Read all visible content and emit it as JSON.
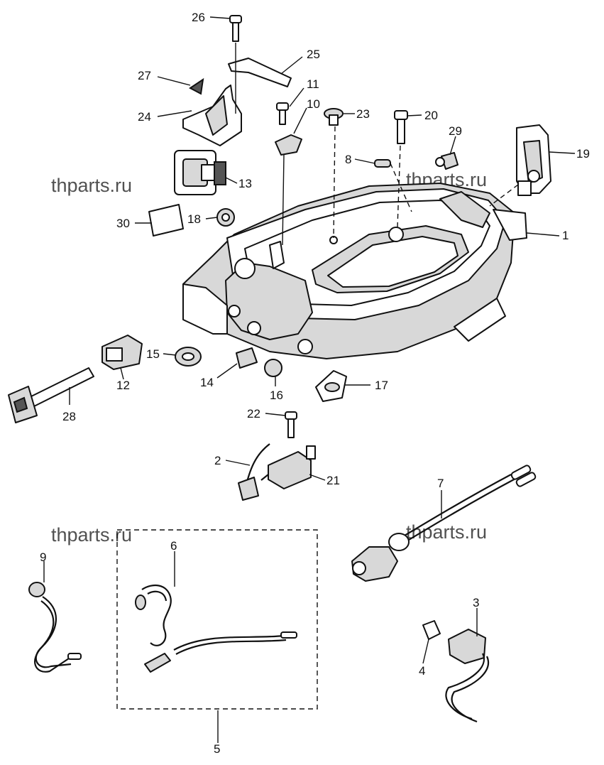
{
  "diagram": {
    "watermark": "thparts.ru",
    "callouts": [
      {
        "id": "1",
        "label": "1"
      },
      {
        "id": "2",
        "label": "2"
      },
      {
        "id": "3",
        "label": "3"
      },
      {
        "id": "4",
        "label": "4"
      },
      {
        "id": "5",
        "label": "5"
      },
      {
        "id": "6",
        "label": "6"
      },
      {
        "id": "7",
        "label": "7"
      },
      {
        "id": "8",
        "label": "8"
      },
      {
        "id": "9",
        "label": "9"
      },
      {
        "id": "10",
        "label": "10"
      },
      {
        "id": "11",
        "label": "11"
      },
      {
        "id": "12",
        "label": "12"
      },
      {
        "id": "13",
        "label": "13"
      },
      {
        "id": "14",
        "label": "14"
      },
      {
        "id": "15",
        "label": "15"
      },
      {
        "id": "16",
        "label": "16"
      },
      {
        "id": "17",
        "label": "17"
      },
      {
        "id": "18",
        "label": "18"
      },
      {
        "id": "19",
        "label": "19"
      },
      {
        "id": "20",
        "label": "20"
      },
      {
        "id": "21",
        "label": "21"
      },
      {
        "id": "22",
        "label": "22"
      },
      {
        "id": "23",
        "label": "23"
      },
      {
        "id": "24",
        "label": "24"
      },
      {
        "id": "25",
        "label": "25"
      },
      {
        "id": "26",
        "label": "26"
      },
      {
        "id": "27",
        "label": "27"
      },
      {
        "id": "28",
        "label": "28"
      },
      {
        "id": "29",
        "label": "29"
      },
      {
        "id": "30",
        "label": "30"
      }
    ]
  }
}
